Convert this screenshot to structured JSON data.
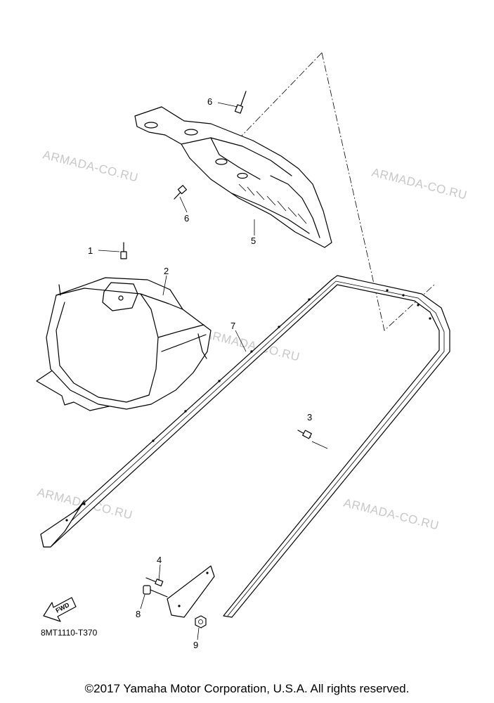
{
  "watermark": "ARMADA-CO.RU",
  "callouts": {
    "c1": "1",
    "c2": "2",
    "c3": "3",
    "c4": "4",
    "c5": "5",
    "c6a": "6",
    "c6b": "6",
    "c7": "7",
    "c8": "8",
    "c9": "9"
  },
  "fwd_label": "FWD",
  "diagram_code": "8MT1110-T370",
  "copyright": "©2017 Yamaha Motor Corporation, U.S.A. All rights reserved."
}
